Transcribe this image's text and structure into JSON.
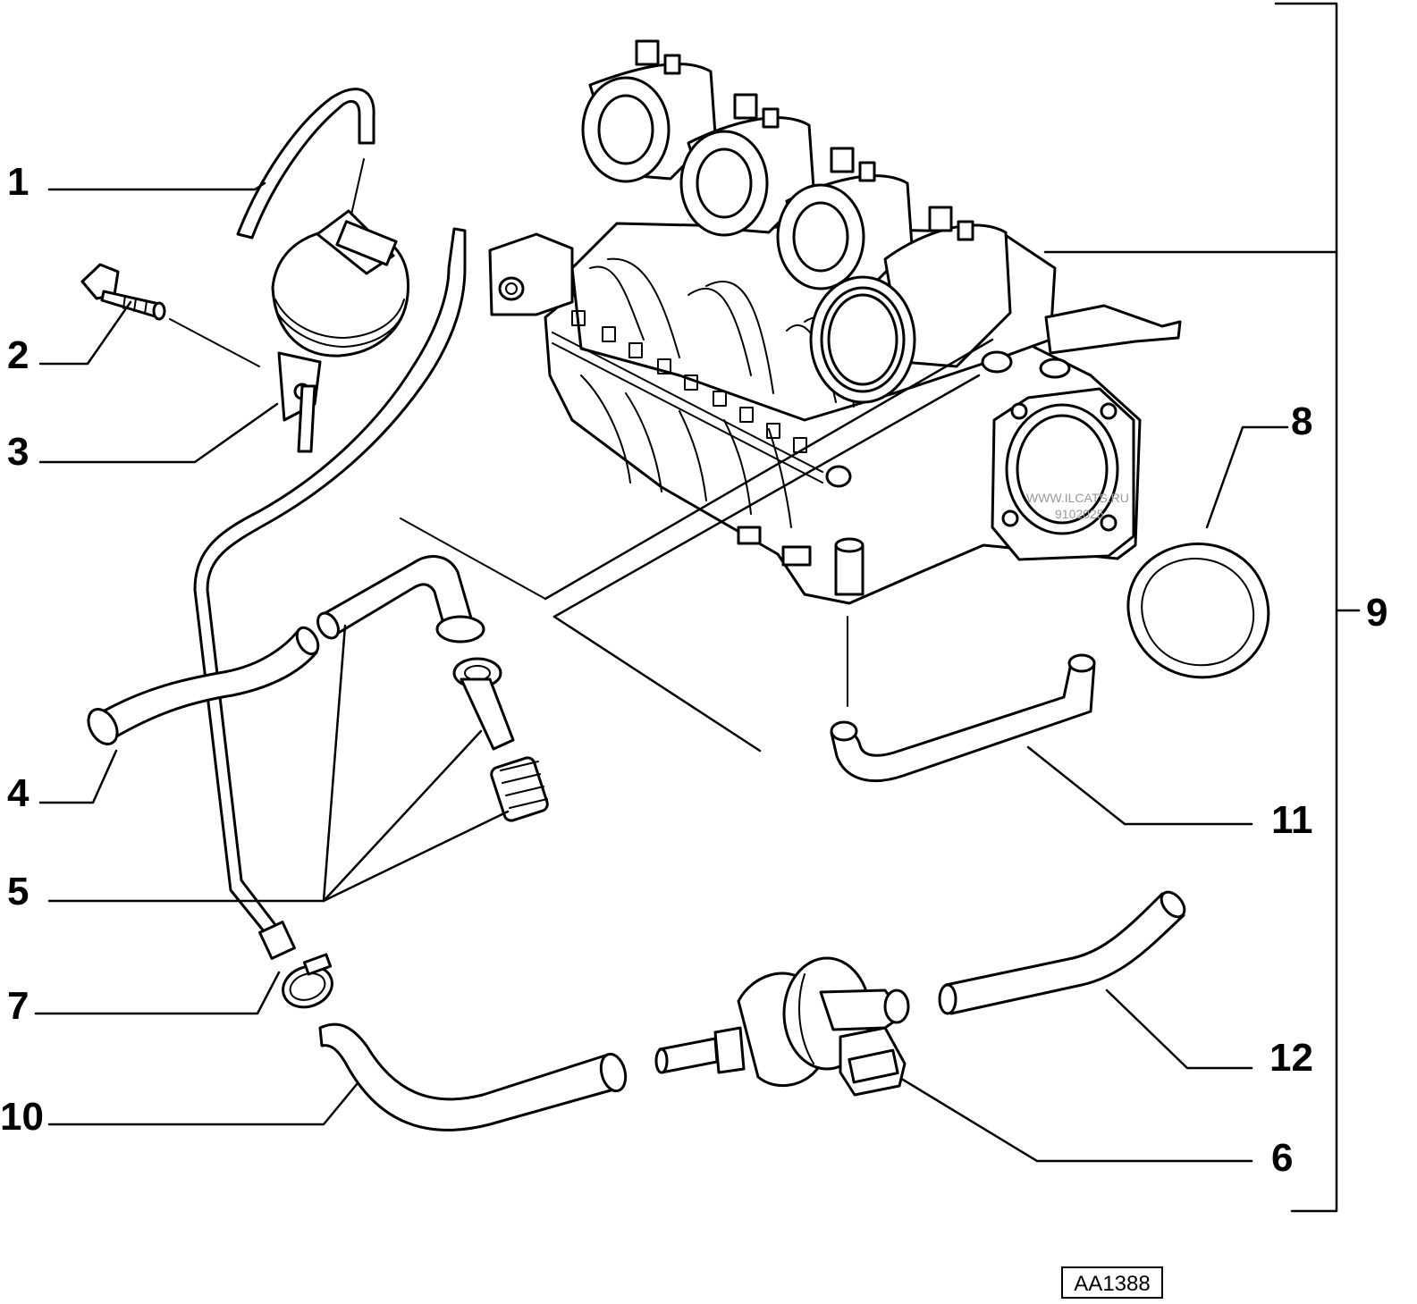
{
  "diagram": {
    "reference_code": "AA1388",
    "watermark": [
      "WWW.ILCATS.RU",
      "9102025"
    ],
    "callouts": [
      "1",
      "2",
      "3",
      "4",
      "5",
      "6",
      "7",
      "8",
      "9",
      "10",
      "11",
      "12"
    ]
  }
}
